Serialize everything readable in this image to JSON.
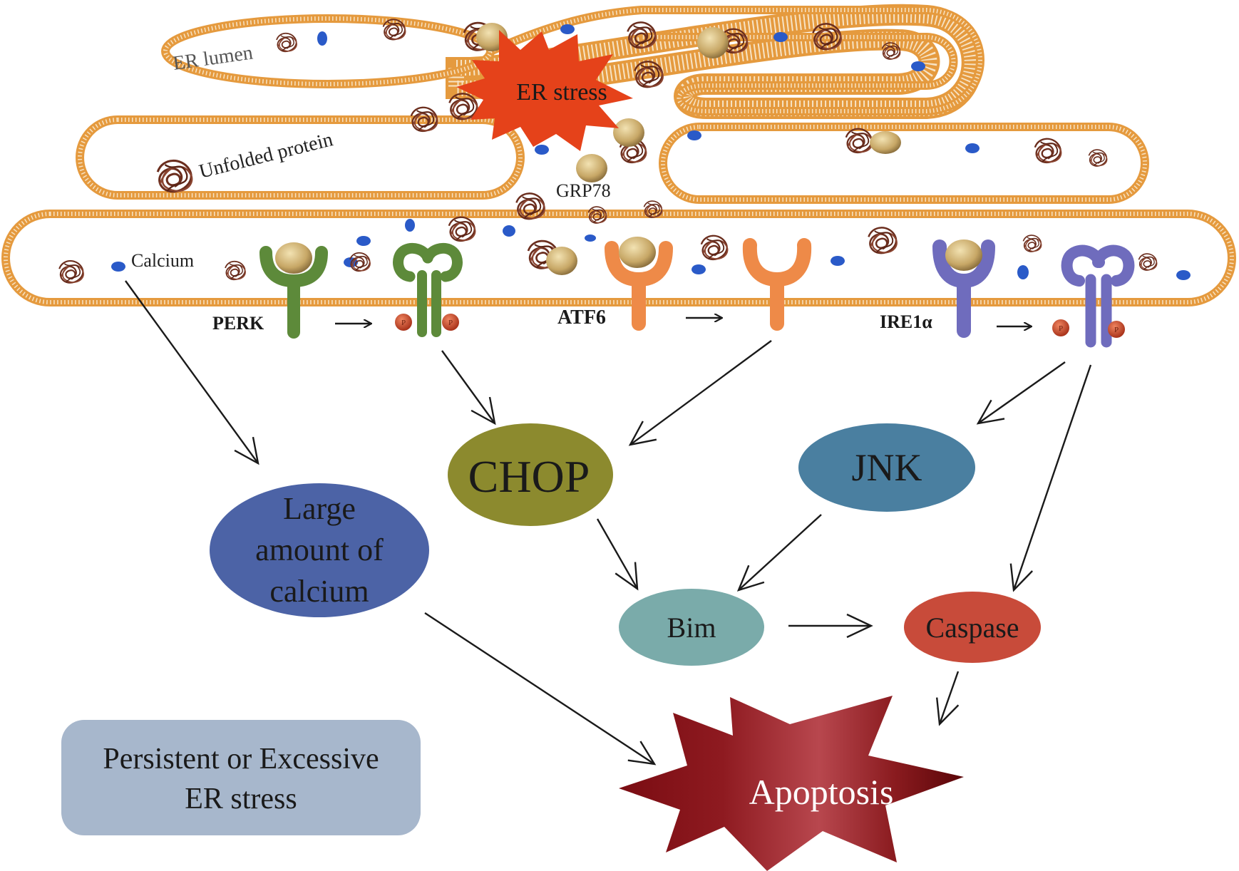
{
  "labels": {
    "er_lumen": "ER lumen",
    "unfolded_protein": "Unfolded protein",
    "calcium": "Calcium",
    "grp78": "GRP78",
    "er_stress": "ER stress",
    "perk": "PERK",
    "atf6": "ATF6",
    "ire1a": "IRE1α",
    "phospho": "P"
  },
  "nodes": {
    "chop": "CHOP",
    "jnk": "JNK",
    "large_calcium": [
      "Large",
      "amount of",
      "calcium"
    ],
    "bim": "Bim",
    "caspase": "Caspase",
    "apoptosis": "Apoptosis",
    "persistent": [
      "Persistent or Excessive",
      "ER stress"
    ]
  },
  "colors": {
    "membrane": "#e59a3e",
    "membrane_fill": "#f7e3c4",
    "perk": "#5d8a3a",
    "atf6": "#ee8a48",
    "ire1a": "#6f6cbd",
    "grp78": "#c7a766",
    "calcium_ion": "#2a5ac8",
    "protein": "#6b2e1e",
    "phospho": "#c9431f",
    "er_stress_burst": "#e5421a",
    "chop": "#8c8a2e",
    "jnk": "#4a7fa0",
    "large_calcium": "#4c63a6",
    "bim": "#7aabaa",
    "caspase": "#c84b3a",
    "apoptosis_dark": "#7a0c12",
    "apoptosis_light": "#b8474e",
    "persistent_box": "#a7b7cc",
    "arrow": "#1a1a1a"
  }
}
